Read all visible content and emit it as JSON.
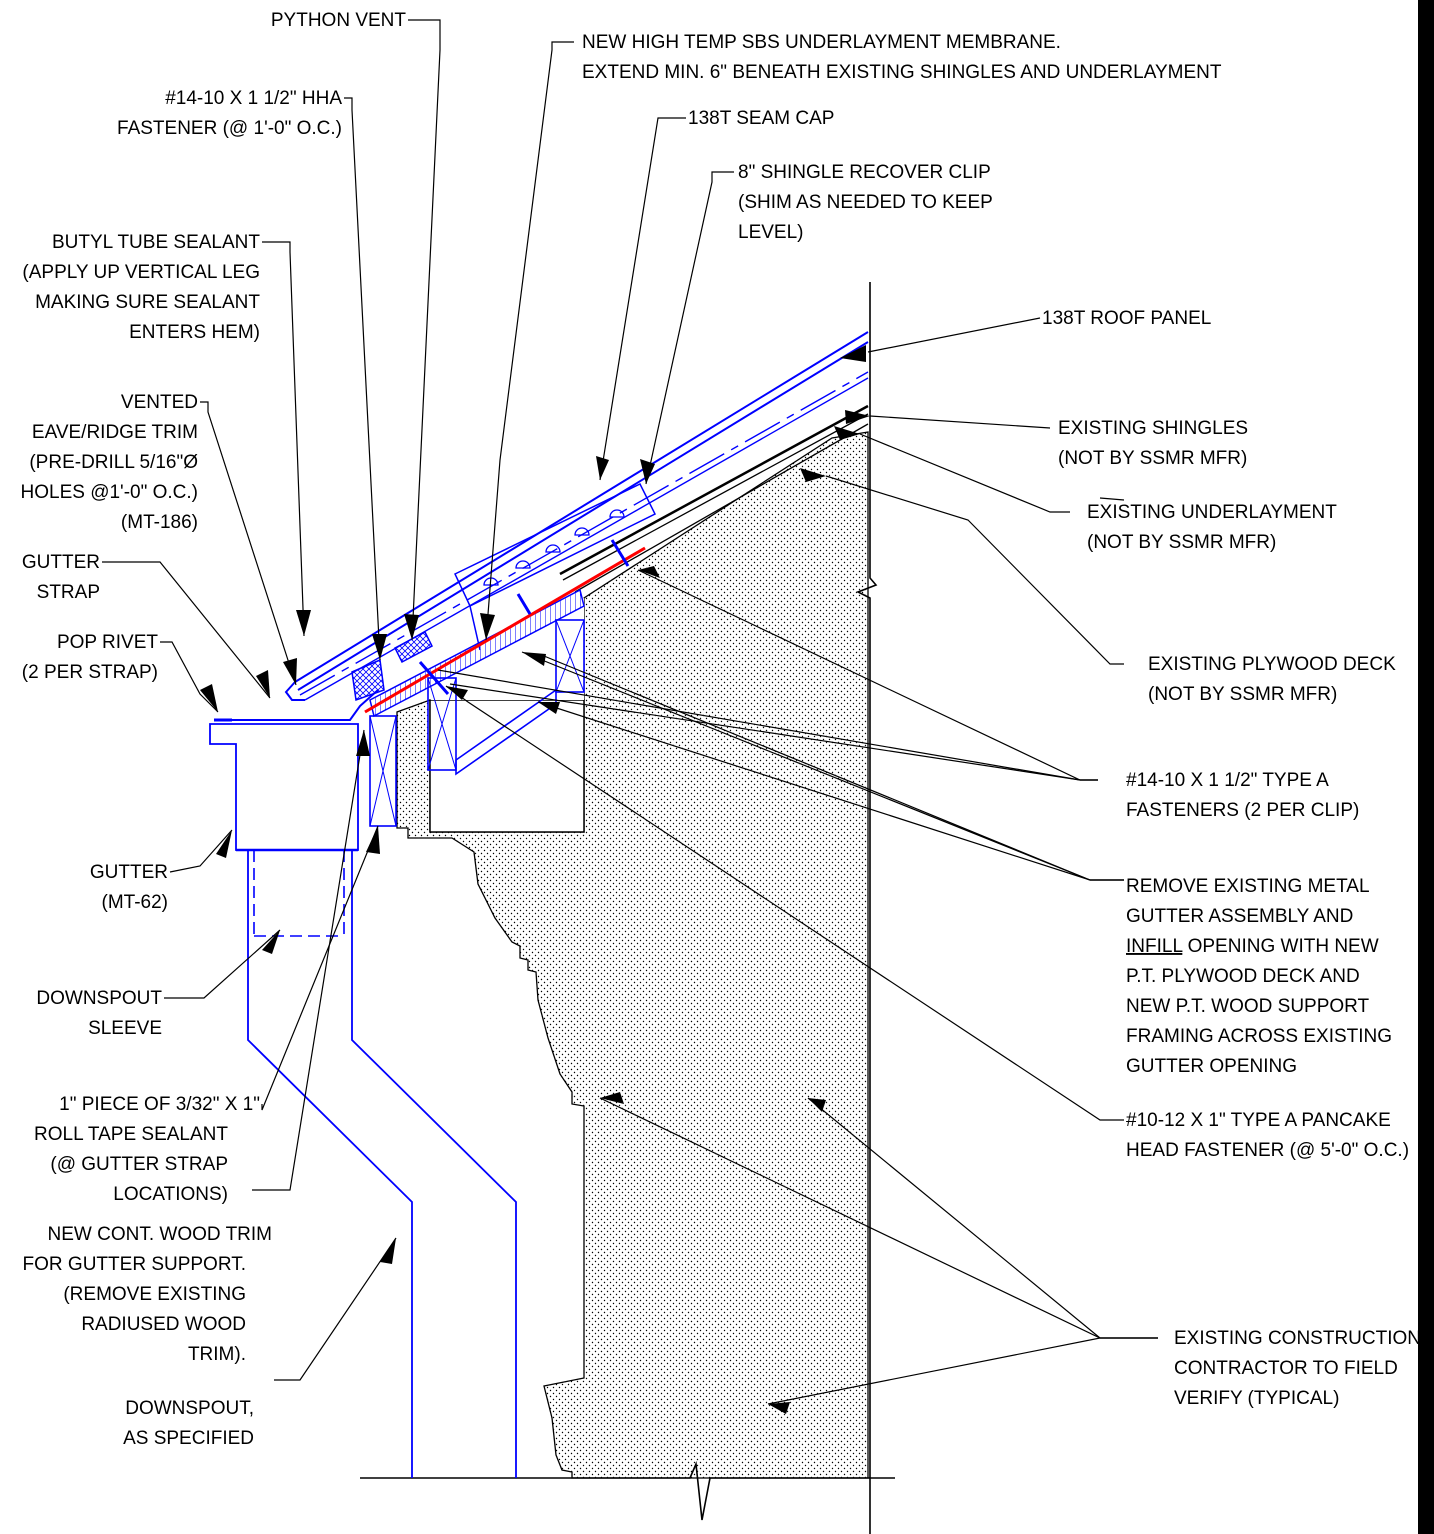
{
  "colors": {
    "line": "#000000",
    "blue": "#0000ff",
    "red": "#ff0000",
    "sheet_border": "#000000"
  },
  "labels": {
    "python_vent": "PYTHON VENT",
    "membrane_1": "NEW HIGH TEMP SBS UNDERLAYMENT MEMBRANE.",
    "membrane_2": "EXTEND MIN. 6\" BENEATH EXISTING SHINGLES AND UNDERLAYMENT",
    "hha_1": "#14-10 X 1 1/2\" HHA",
    "hha_2": "FASTENER (@ 1'-0\" O.C.)",
    "seam_cap": "138T SEAM CAP",
    "clip_1": "8\" SHINGLE RECOVER CLIP",
    "clip_2": "(SHIM AS NEEDED TO KEEP",
    "clip_3": "LEVEL)",
    "butyl_1": "BUTYL TUBE SEALANT",
    "butyl_2": "(APPLY UP VERTICAL LEG",
    "butyl_3": "MAKING SURE SEALANT",
    "butyl_4": "ENTERS HEM)",
    "roof_panel": "138T ROOF PANEL",
    "vented_1": "VENTED",
    "vented_2": "EAVE/RIDGE TRIM",
    "vented_3": "(PRE-DRILL 5/16\"Ø",
    "vented_4": "HOLES @1'-0\" O.C.)",
    "vented_5": "(MT-186)",
    "shingles_1": "EXISTING SHINGLES",
    "shingles_2": "(NOT BY SSMR MFR)",
    "underlay_1": "EXISTING UNDERLAYMENT",
    "underlay_2": "(NOT BY SSMR MFR)",
    "gutter_strap_1": "GUTTER",
    "gutter_strap_2": "STRAP",
    "pop_rivet_1": "POP RIVET",
    "pop_rivet_2": "(2 PER STRAP)",
    "plywood_1": "EXISTING PLYWOOD DECK",
    "plywood_2": "(NOT BY SSMR MFR)",
    "type_a_1": "#14-10 X 1 1/2\" TYPE A",
    "type_a_2": "FASTENERS (2 PER CLIP)",
    "gutter_1": "GUTTER",
    "gutter_2": "(MT-62)",
    "remove_1": "REMOVE EXISTING METAL",
    "remove_2": "GUTTER ASSEMBLY AND",
    "remove_3a": "INFILL",
    "remove_3b": " OPENING WITH NEW",
    "remove_4": "P.T. PLYWOOD DECK AND",
    "remove_5": "NEW P.T. WOOD SUPPORT",
    "remove_6": "FRAMING ACROSS EXISTING",
    "remove_7": "GUTTER OPENING",
    "sleeve_1": "DOWNSPOUT",
    "sleeve_2": "SLEEVE",
    "pancake_1": "#10-12 X 1\" TYPE A PANCAKE",
    "pancake_2": "HEAD FASTENER (@ 5'-0\" O.C.)",
    "tape_1": "1\" PIECE OF 3/32\" X 1\"",
    "tape_2": "ROLL TAPE SEALANT",
    "tape_3": "(@ GUTTER STRAP",
    "tape_4": "LOCATIONS)",
    "trim_1": "NEW CONT. WOOD  TRIM",
    "trim_2": "FOR GUTTER SUPPORT.",
    "trim_3": "(REMOVE EXISTING",
    "trim_4": "RADIUSED WOOD",
    "trim_5": "TRIM).",
    "existing_1": "EXISTING CONSTRUCTION",
    "existing_2": "CONTRACTOR TO FIELD",
    "existing_3": "VERIFY (TYPICAL)",
    "downspout_1": "DOWNSPOUT,",
    "downspout_2": "AS SPECIFIED"
  }
}
